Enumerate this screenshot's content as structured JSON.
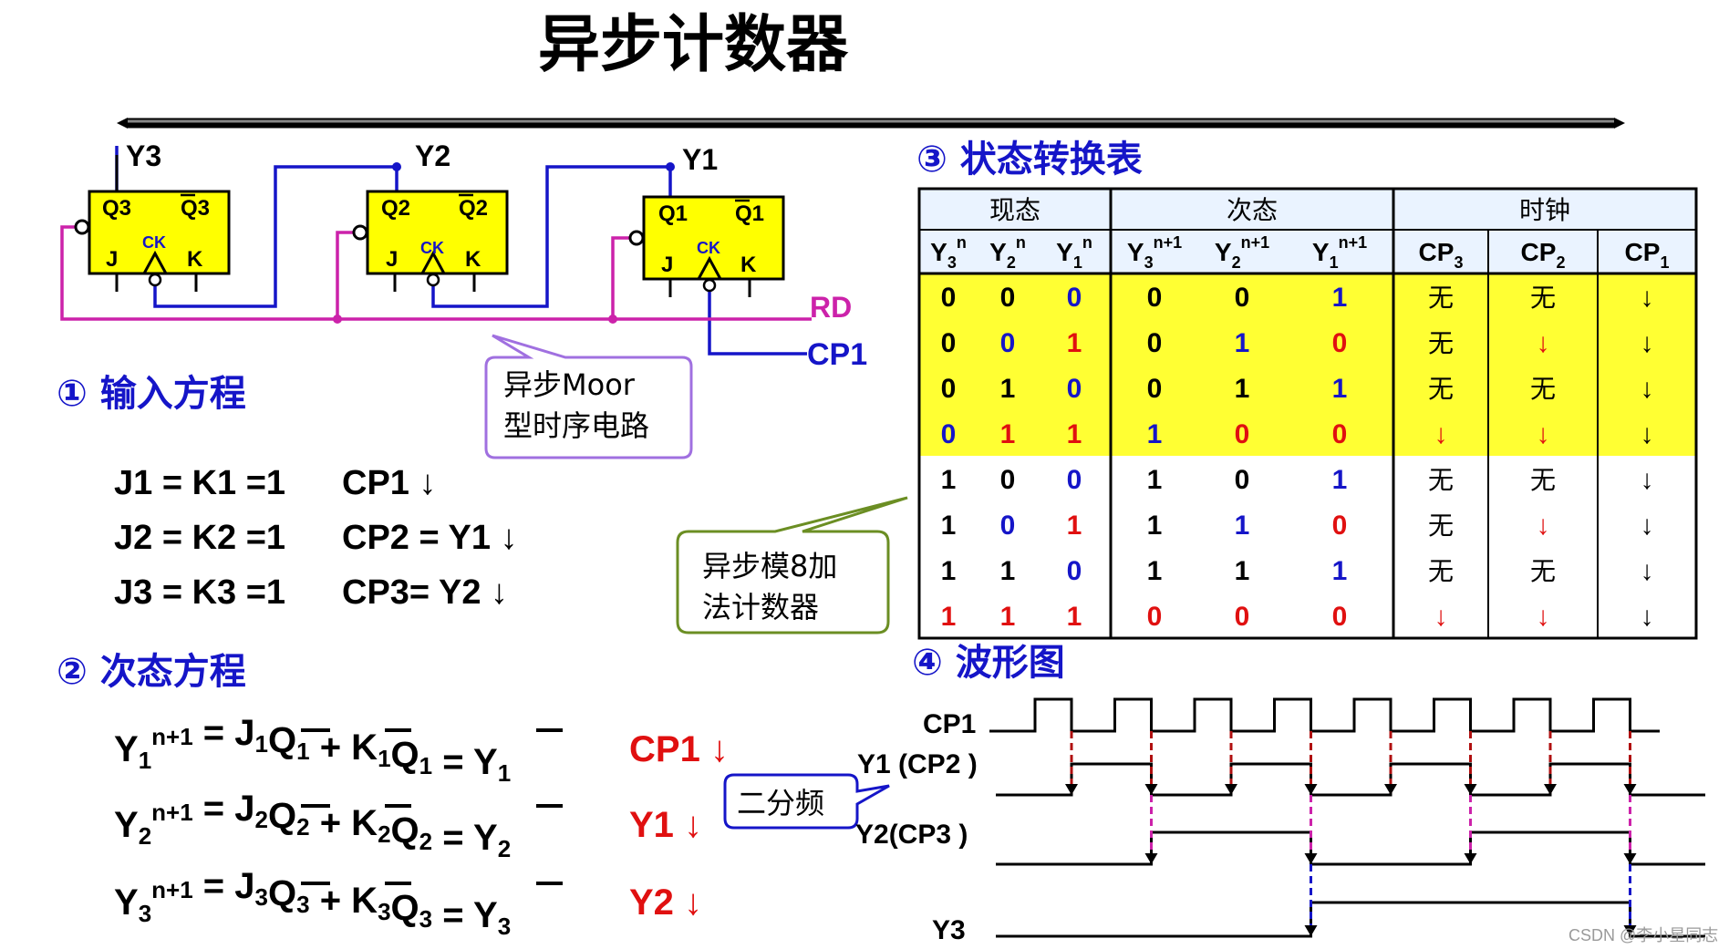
{
  "title": "异步计数器",
  "sections": {
    "input_eq": "① 输入方程",
    "next_state_eq": "② 次态方程",
    "state_table": "③ 状态转换表",
    "waveform": "④ 波形图"
  },
  "circuit": {
    "outputs": {
      "y3": "Y3",
      "y2": "Y2",
      "y1": "Y1"
    },
    "ff3": {
      "q": "Q3",
      "qbar": "Q3",
      "j": "J",
      "k": "K",
      "ck": "CK"
    },
    "ff2": {
      "q": "Q2",
      "qbar": "Q2",
      "j": "J",
      "k": "K",
      "ck": "CK"
    },
    "ff1": {
      "q": "Q1",
      "qbar": "Q1",
      "j": "J",
      "k": "K",
      "ck": "CK"
    },
    "rd": "RD",
    "cp1": "CP1"
  },
  "callouts": {
    "moore_line1": "异步Moor",
    "moore_line2": "型时序电路",
    "mod8_line1": "异步模8加",
    "mod8_line2": "法计数器",
    "divide": "二分频"
  },
  "input_equations": [
    {
      "jk": "J1 = K1 =1",
      "cp": "CP1 ↓"
    },
    {
      "jk": "J2 = K2 =1",
      "cp": "CP2 = Y1 ↓"
    },
    {
      "jk": "J3 = K3 =1",
      "cp": "CP3= Y2 ↓"
    }
  ],
  "next_state_equations": [
    {
      "n": "1",
      "clock": "CP1 ↓"
    },
    {
      "n": "2",
      "clock": "Y1 ↓"
    },
    {
      "n": "3",
      "clock": "Y2 ↓"
    }
  ],
  "table": {
    "group_headers": [
      "现态",
      "次态",
      "时钟"
    ],
    "col_headers": [
      "Y3n",
      "Y2n",
      "Y1n",
      "Y3n+1",
      "Y2n+1",
      "Y1n+1",
      "CP3",
      "CP2",
      "CP1"
    ],
    "rows": [
      [
        "0",
        "0",
        "0",
        "0",
        "0",
        "1",
        "无",
        "无",
        "↓"
      ],
      [
        "0",
        "0",
        "1",
        "0",
        "1",
        "0",
        "无",
        "↓",
        "↓"
      ],
      [
        "0",
        "1",
        "0",
        "0",
        "1",
        "1",
        "无",
        "无",
        "↓"
      ],
      [
        "0",
        "1",
        "1",
        "1",
        "0",
        "0",
        "↓",
        "↓",
        "↓"
      ],
      [
        "1",
        "0",
        "0",
        "1",
        "0",
        "1",
        "无",
        "无",
        "↓"
      ],
      [
        "1",
        "0",
        "1",
        "1",
        "1",
        "0",
        "无",
        "↓",
        "↓"
      ],
      [
        "1",
        "1",
        "0",
        "1",
        "1",
        "1",
        "无",
        "无",
        "↓"
      ],
      [
        "1",
        "1",
        "1",
        "0",
        "0",
        "0",
        "↓",
        "↓",
        "↓"
      ]
    ],
    "highlight_rows": 4,
    "highlight_color": "#ffff33"
  },
  "waveform": {
    "labels": [
      "CP1",
      "Y1 (CP2 )",
      "Y2(CP3 )",
      "Y3"
    ]
  },
  "watermark": "CSDN @李小星同志",
  "colors": {
    "blue": "#1515c8",
    "red": "#e01010",
    "magenta": "#cc22aa",
    "ff_fill": "#ffff00"
  }
}
